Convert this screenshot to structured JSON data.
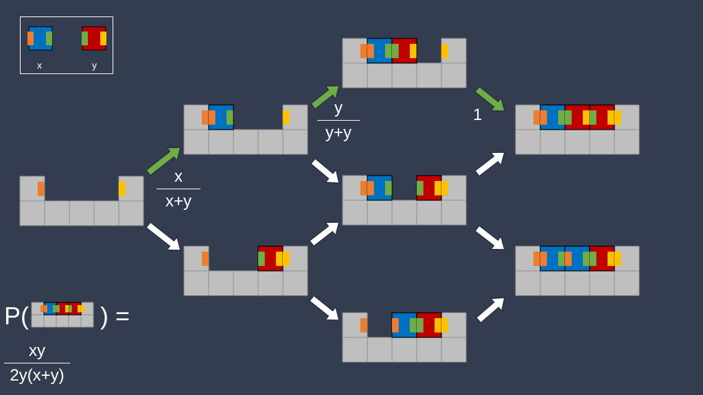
{
  "legend": {
    "x_label": "x",
    "y_label": "y"
  },
  "fractions": {
    "first_step": {
      "num": "x",
      "den": "x+y"
    },
    "second_step": {
      "num": "y",
      "den": "y+y"
    }
  },
  "certain_step": "1",
  "probability": {
    "prefix": "P(",
    "suffix": ") =",
    "num": "xy",
    "den": "2y(x+y)"
  },
  "colors": {
    "background": "#343c50",
    "grid_cell": "#bfbfbf",
    "grid_line": "#8c8c8c",
    "blue_piece": "#0070c0",
    "red_piece": "#c00000",
    "orange_tab": "#ed7d31",
    "green_tab": "#70ad47",
    "yellow_tab": "#ffc000",
    "green_arrow": "#70ad47",
    "white_arrow": "#ffffff"
  }
}
